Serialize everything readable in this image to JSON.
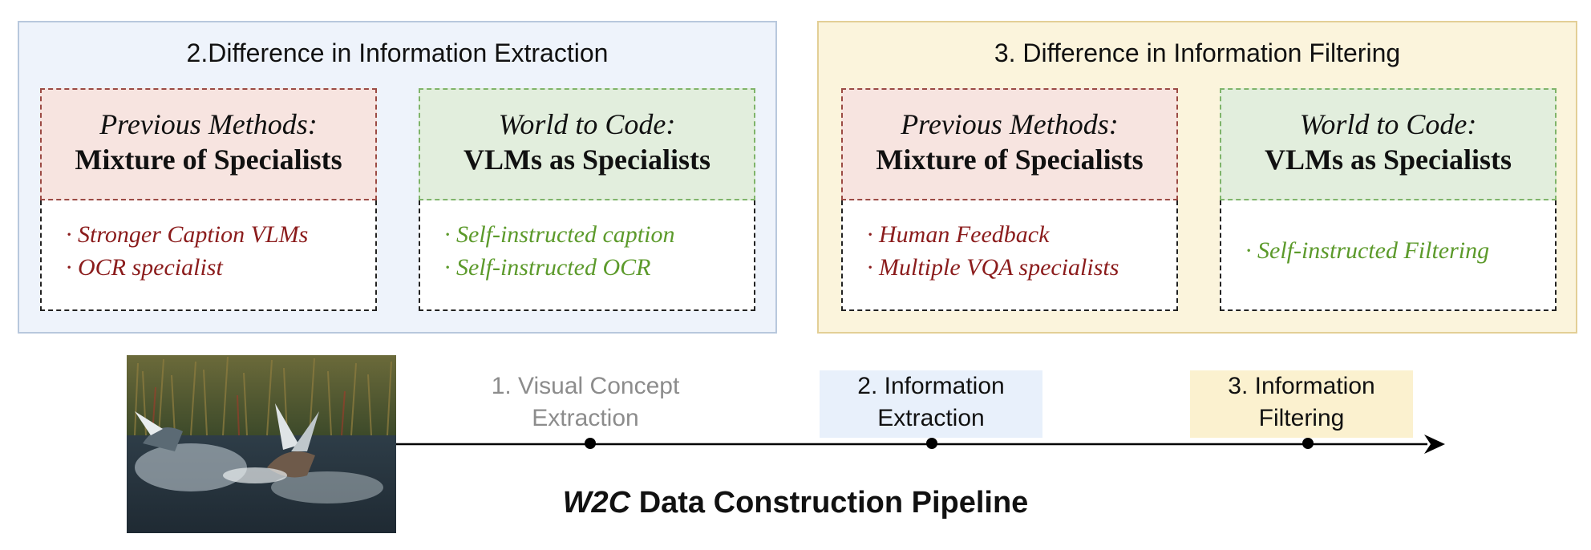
{
  "panels": {
    "extraction": {
      "title": "2.Difference in Information Extraction",
      "bg": "#eef3fb",
      "border": "#b8c8dd",
      "previous": {
        "subtitle": "Previous Methods:",
        "title": "Mixture of Specialists",
        "items": [
          "· Stronger Caption VLMs",
          "· OCR specialist"
        ]
      },
      "w2c": {
        "subtitle": "World to Code:",
        "title": "VLMs as Specialists",
        "items": [
          "· Self-instructed caption",
          "· Self-instructed OCR"
        ]
      }
    },
    "filtering": {
      "title": "3. Difference in Information Filtering",
      "bg": "#fbf4dc",
      "border": "#e3cf96",
      "previous": {
        "subtitle": "Previous Methods:",
        "title": "Mixture of Specialists",
        "items": [
          "· Human Feedback",
          "· Multiple VQA specialists"
        ]
      },
      "w2c": {
        "subtitle": "World to Code:",
        "title": "VLMs as Specialists",
        "items": [
          "· Self-instructed Filtering"
        ]
      }
    }
  },
  "colors": {
    "previous_head_bg": "#f7e4e0",
    "previous_head_border": "#9b4a44",
    "w2c_head_bg": "#e2eedd",
    "w2c_head_border": "#7fb46a",
    "previous_text": "#8b1c1c",
    "w2c_text": "#5c9a2b",
    "stage2_highlight": "#e8f0fb",
    "stage3_highlight": "#fbf1cf",
    "stage1_text": "#8c8c8c"
  },
  "pipeline": {
    "stages": [
      {
        "line1": "1. Visual Concept",
        "line2": "Extraction"
      },
      {
        "line1": "2. Information",
        "line2": "Extraction"
      },
      {
        "line1": "3. Information",
        "line2": "Filtering"
      }
    ],
    "title_italic": "W2C",
    "title_rest": " Data Construction Pipeline"
  },
  "image": {
    "subject": "ducks splashing on water near reeds"
  }
}
